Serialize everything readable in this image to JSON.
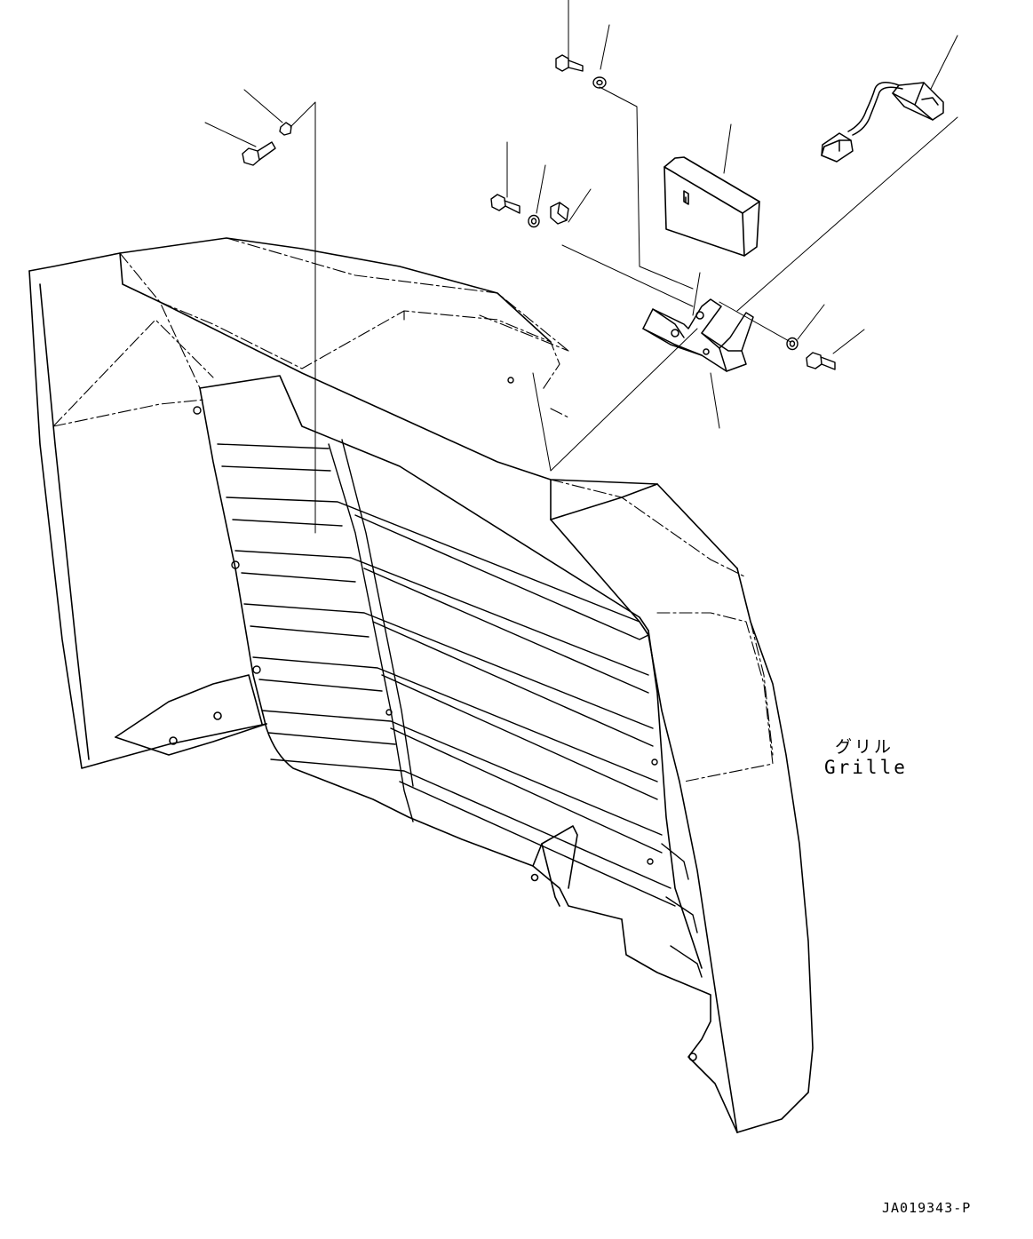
{
  "figure": {
    "part_label_japanese": "グリル",
    "part_label_english": "Grille",
    "drawing_code": "JA019343-P"
  }
}
